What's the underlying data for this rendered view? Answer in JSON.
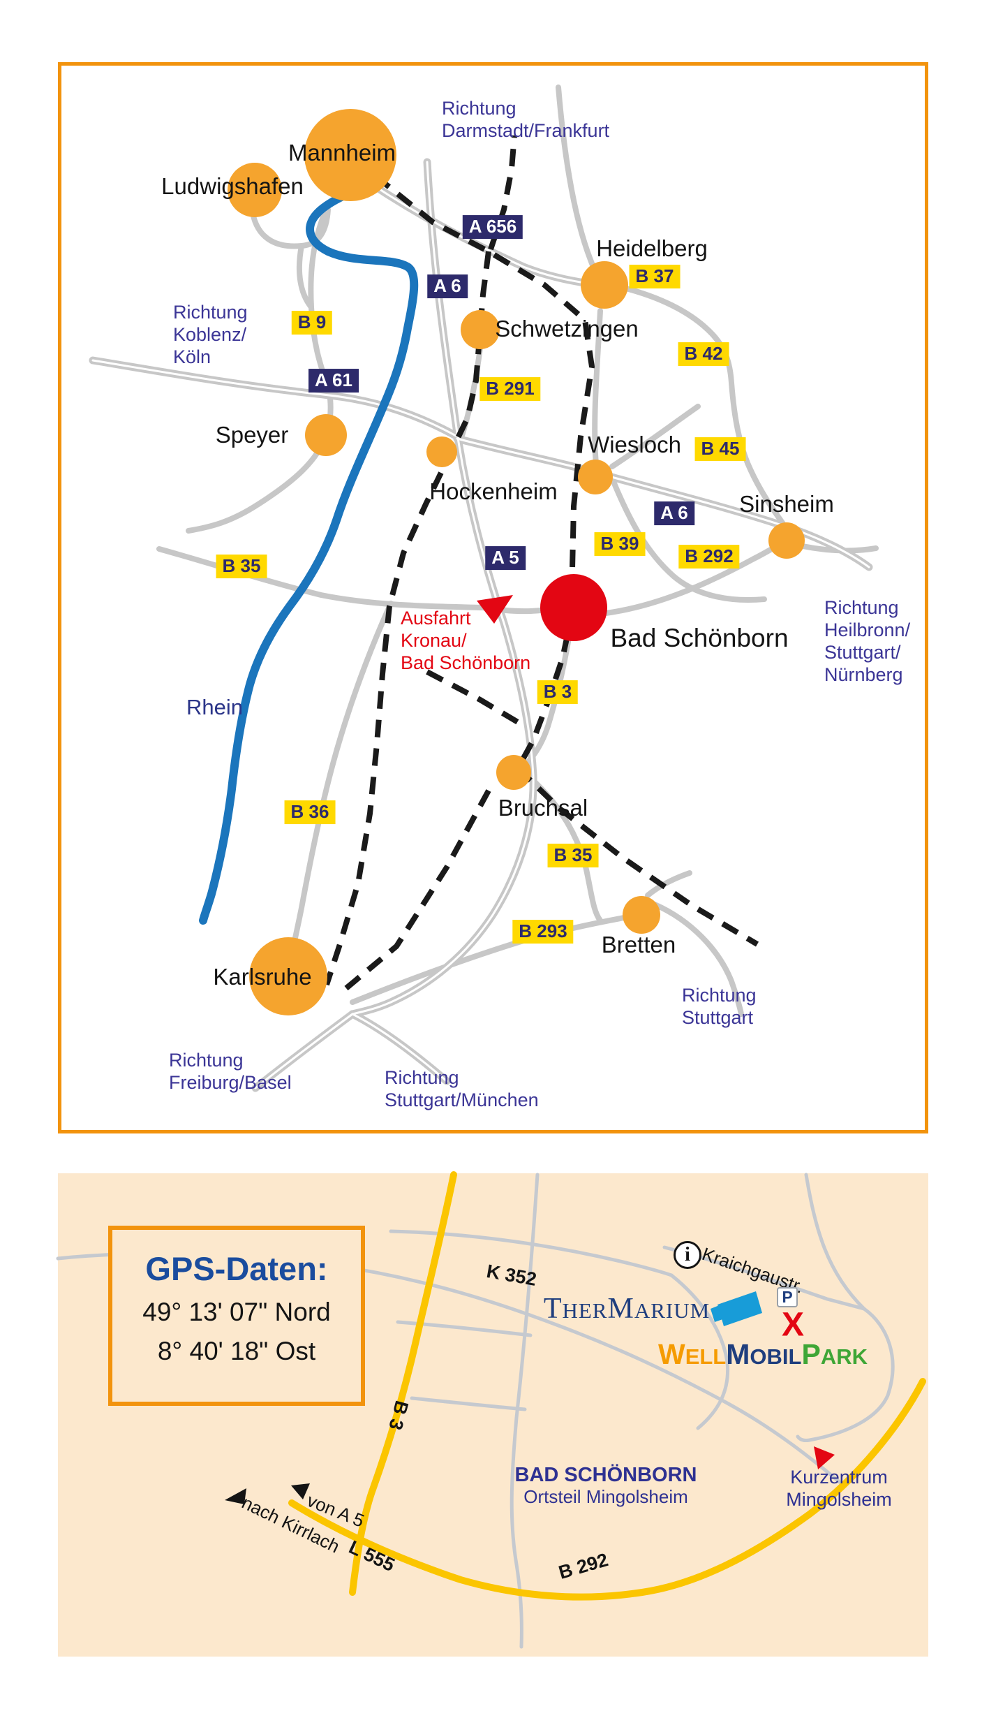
{
  "overview_map": {
    "cities": [
      {
        "name": "Mannheim"
      },
      {
        "name": "Ludwigshafen"
      },
      {
        "name": "Heidelberg"
      },
      {
        "name": "Schwetzingen"
      },
      {
        "name": "Speyer"
      },
      {
        "name": "Hockenheim"
      },
      {
        "name": "Wiesloch"
      },
      {
        "name": "Sinsheim"
      },
      {
        "name": "Bad Schönborn"
      },
      {
        "name": "Bruchsal"
      },
      {
        "name": "Bretten"
      },
      {
        "name": "Karlsruhe"
      }
    ],
    "autobahn_badges": [
      "A 656",
      "A 6",
      "A 61",
      "A 6",
      "A 5"
    ],
    "b_badges": [
      "B 9",
      "B 37",
      "B 42",
      "B 291",
      "B 45",
      "B 39",
      "B 292",
      "B 35",
      "B 3",
      "B 36",
      "B 35",
      "B 293"
    ],
    "direction_labels": [
      "Richtung\nDarmstadt/Frankfurt",
      "Richtung\nKoblenz/\nKöln",
      "Richtung\nHeilbronn/\nStuttgart/\nNürnberg",
      "Richtung\nStuttgart",
      "Richtung\nFreiburg/Basel",
      "Richtung\nStuttgart/München"
    ],
    "river_label": "Rhein",
    "exit_label": "Ausfahrt\nKronau/\nBad Schönborn"
  },
  "detail_map": {
    "gps_box": {
      "title": "GPS-Daten:",
      "coordinates": [
        "49° 13' 07\" Nord",
        "8° 40' 18\" Ost"
      ]
    },
    "road_labels": [
      "K 352",
      "B 3",
      "L 555",
      "B 292"
    ],
    "direction_labels": [
      "von A 5",
      "nach Kirrlach"
    ],
    "street_label": "Kraichgaustr.",
    "thermarium": {
      "t": "T",
      "her": "HER",
      "m": "M",
      "arium": "ARIUM"
    },
    "wellmobilpark": {
      "w": "W",
      "ell": "ELL",
      "m": "M",
      "obil": "OBIL",
      "p": "P",
      "ark": "ARK"
    },
    "info_icon_glyph": "i",
    "parking_icon_glyph": "P",
    "x_marker_glyph": "X",
    "town": {
      "name": "BAD SCHÖNBORN",
      "district": "Ortsteil Mingolsheim"
    },
    "kurzentrum": "Kurzentrum\nMingolsheim"
  },
  "colors": {
    "frame_orange": "#F2930D",
    "city_marker_orange": "#F5A42E",
    "highlight_red": "#E30613",
    "autobahn_navy": "#2D2A6B",
    "bundesstrasse_yellow": "#FFD900",
    "river_blue": "#1B75BC",
    "detail_bg_peach": "#FCE8CD",
    "detail_road_yellow": "#FBC500",
    "well_orange": "#F59B00",
    "mobil_navy": "#1F3E7E",
    "park_green": "#3EA636"
  }
}
